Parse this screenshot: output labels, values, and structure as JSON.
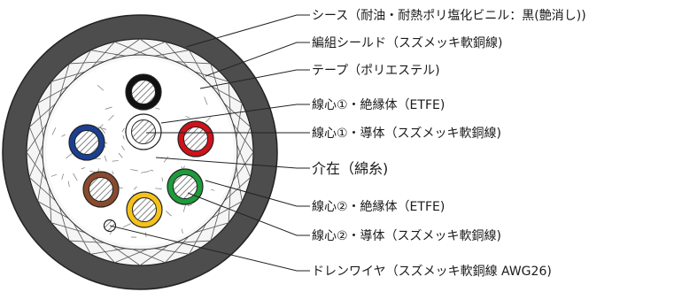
{
  "labels": {
    "sheath": "シース（耐油・耐熱ポリ塩化ビニル：黒(艶消し))",
    "braid": "編組シールド（スズメッキ軟銅線)",
    "tape": "テープ（ポリエステル)",
    "core1_insulation": "線心①・絶縁体（ETFE)",
    "core1_conductor": "線心①・導体（スズメッキ軟銅線)",
    "filler": "介在（綿糸)",
    "core2_insulation": "線心②・絶縁体（ETFE)",
    "core2_conductor": "線心②・導体（スズメッキ軟銅線)",
    "drain_wire": "ドレンワイヤ（スズメッキ軟銅線 AWG26)"
  },
  "colors": {
    "sheath": "#4d4d4d",
    "braid_bg": "#f2f2f2",
    "core_black": "#111111",
    "core_white": "#ffffff",
    "core_red": "#d0121b",
    "core_blue": "#1b3f91",
    "core_green": "#1e9b3c",
    "core_brown": "#8a4a2e",
    "core_yellow": "#f4c21b"
  }
}
